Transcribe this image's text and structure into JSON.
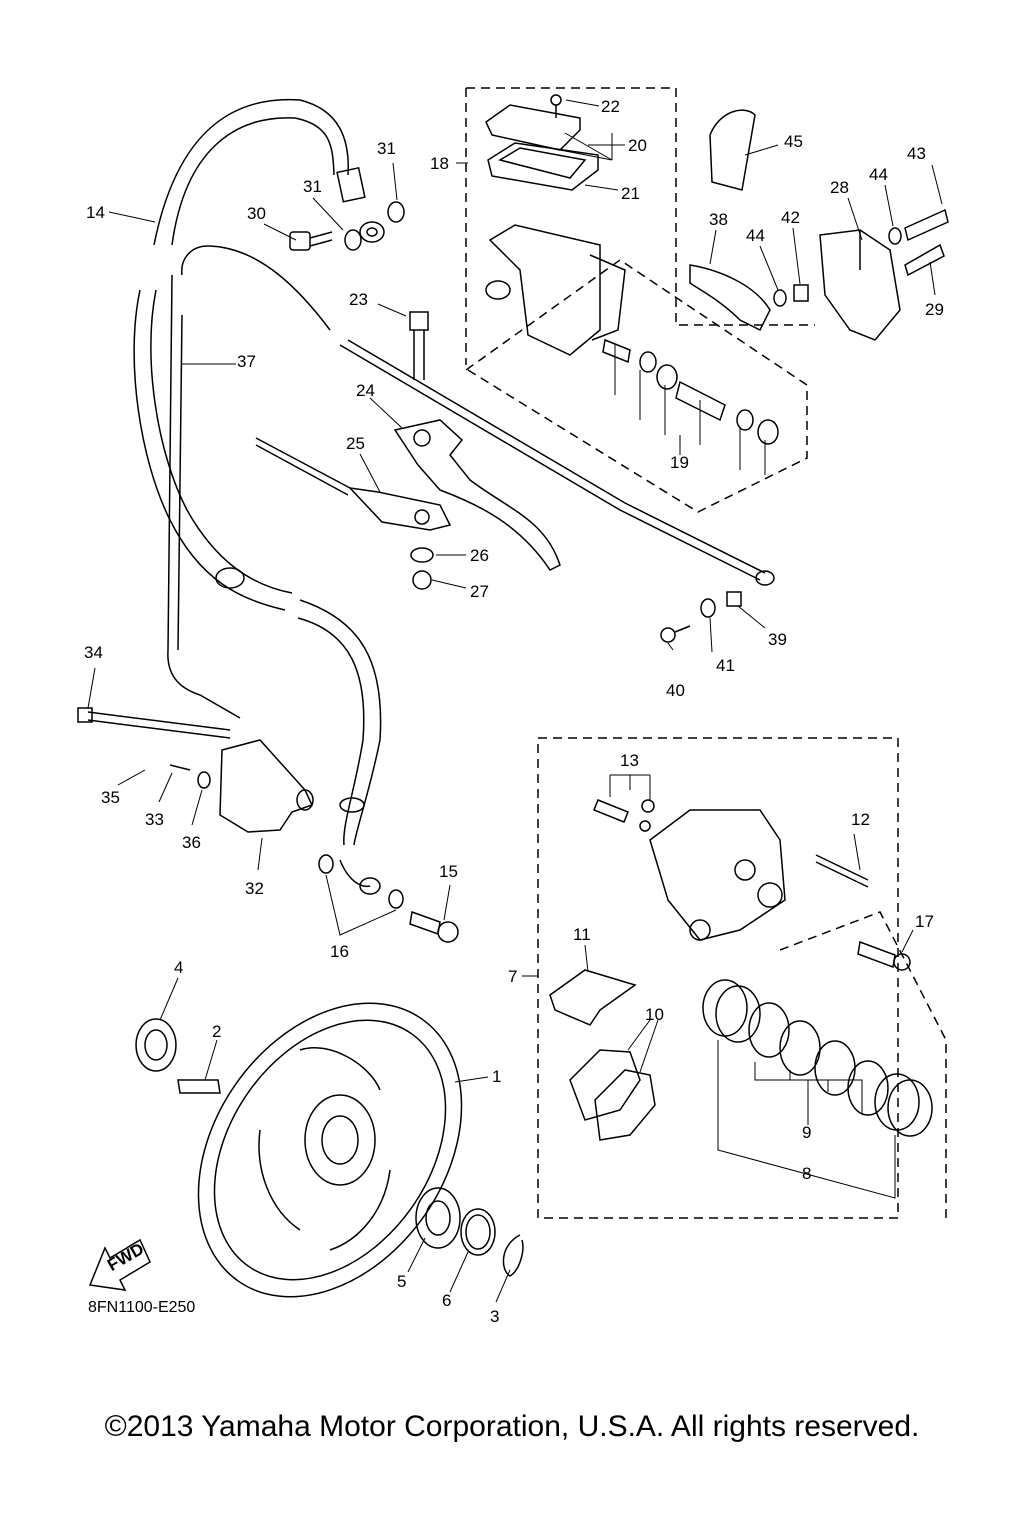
{
  "diagram_code": "8FN1100-E250",
  "fwd_label": "FWD",
  "copyright": "©2013 Yamaha Motor Corporation, U.S.A. All rights reserved.",
  "callouts": {
    "c1": "1",
    "c2": "2",
    "c3": "3",
    "c4": "4",
    "c5": "5",
    "c6": "6",
    "c7": "7",
    "c8": "8",
    "c9": "9",
    "c10": "10",
    "c11": "11",
    "c12": "12",
    "c13": "13",
    "c14": "14",
    "c15": "15",
    "c16": "16",
    "c17": "17",
    "c18": "18",
    "c19": "19",
    "c20": "20",
    "c21": "21",
    "c22": "22",
    "c23": "23",
    "c24": "24",
    "c25": "25",
    "c26": "26",
    "c27": "27",
    "c28": "28",
    "c29": "29",
    "c30": "30",
    "c31a": "31",
    "c31b": "31",
    "c32": "32",
    "c33": "33",
    "c34": "34",
    "c35": "35",
    "c36": "36",
    "c37": "37",
    "c38": "38",
    "c39": "39",
    "c40": "40",
    "c41": "41",
    "c42": "42",
    "c43": "43",
    "c44a": "44",
    "c44b": "44",
    "c45": "45"
  }
}
